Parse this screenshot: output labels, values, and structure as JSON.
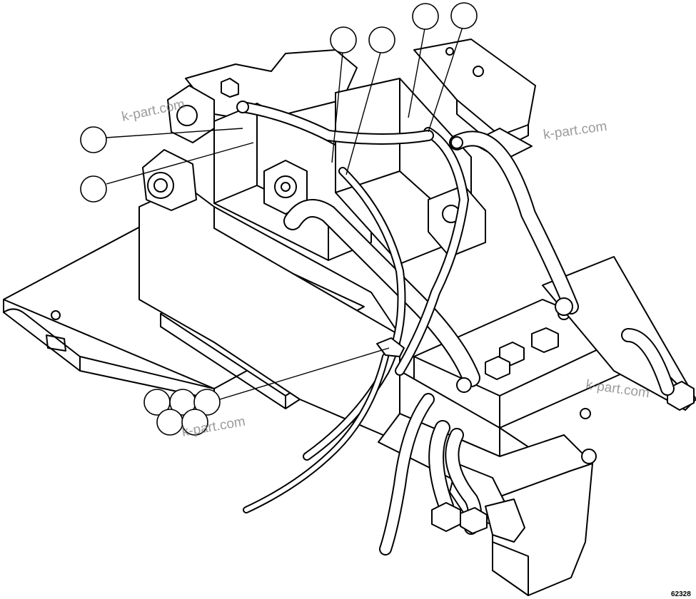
{
  "drawing": {
    "code": "62328",
    "watermark": "k-part.com"
  },
  "callouts": {
    "count": 11
  }
}
